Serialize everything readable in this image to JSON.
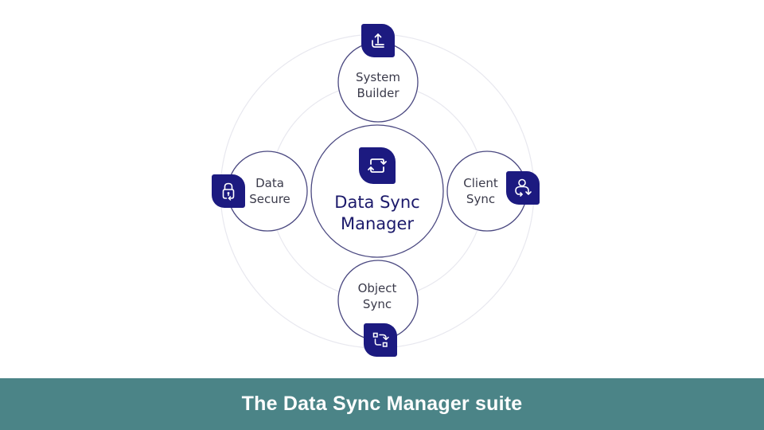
{
  "diagram": {
    "center": {
      "title": "Data Sync Manager",
      "icon": "sync-arrows-icon"
    },
    "modules": [
      {
        "id": "system-builder",
        "label": "System\nBuilder",
        "icon": "upload-icon",
        "position": "top"
      },
      {
        "id": "client-sync",
        "label": "Client\nSync",
        "icon": "client-sync-icon",
        "position": "right"
      },
      {
        "id": "object-sync",
        "label": "Object\nSync",
        "icon": "object-sync-icon",
        "position": "bottom"
      },
      {
        "id": "data-secure",
        "label": "Data\nSecure",
        "icon": "lock-icon",
        "position": "left"
      }
    ],
    "colors": {
      "accent": "#1c1a80",
      "circle_stroke": "#4a4880",
      "ring_stroke": "#e6e6ee",
      "label_text": "#3a3a4a",
      "center_text": "#1c1a6b"
    }
  },
  "caption": {
    "text": "The Data Sync Manager suite",
    "background": "#4b8487",
    "color": "#ffffff"
  }
}
